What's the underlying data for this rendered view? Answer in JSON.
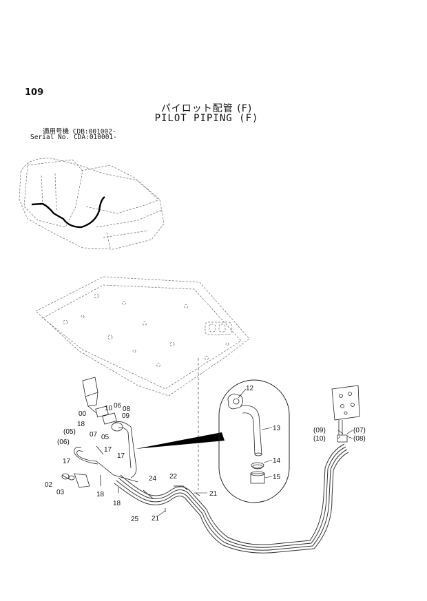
{
  "page_number": "109",
  "title_jp": "パイロット配管 (F)",
  "title_en": "PILOT PIPING (F)",
  "serial": {
    "jp_label": "適用号機",
    "en_label": "Serial No.",
    "jp_value": "CDB:001002-",
    "en_value": "CDA:010001-"
  },
  "callouts": [
    {
      "id": "12",
      "text": "12"
    },
    {
      "id": "13",
      "text": "13"
    },
    {
      "id": "14",
      "text": "14"
    },
    {
      "id": "15",
      "text": "15"
    },
    {
      "id": "00",
      "text": "00"
    },
    {
      "id": "10",
      "text": "10"
    },
    {
      "id": "06",
      "text": "06"
    },
    {
      "id": "08",
      "text": "08"
    },
    {
      "id": "09",
      "text": "09"
    },
    {
      "id": "18a",
      "text": "18"
    },
    {
      "id": "07",
      "text": "07"
    },
    {
      "id": "05",
      "text": "05"
    },
    {
      "id": "p05",
      "text": "(05)"
    },
    {
      "id": "p06",
      "text": "(06)"
    },
    {
      "id": "17a",
      "text": "17"
    },
    {
      "id": "17b",
      "text": "17"
    },
    {
      "id": "17c",
      "text": "17"
    },
    {
      "id": "02",
      "text": "02"
    },
    {
      "id": "03",
      "text": "03"
    },
    {
      "id": "18b",
      "text": "18"
    },
    {
      "id": "18c",
      "text": "18"
    },
    {
      "id": "24",
      "text": "24"
    },
    {
      "id": "25",
      "text": "25"
    },
    {
      "id": "22",
      "text": "22"
    },
    {
      "id": "21a",
      "text": "21"
    },
    {
      "id": "21b",
      "text": "21"
    },
    {
      "id": "p09",
      "text": "(09)"
    },
    {
      "id": "p10",
      "text": "(10)"
    },
    {
      "id": "p07",
      "text": "(07)"
    },
    {
      "id": "p08",
      "text": "(08)"
    }
  ]
}
